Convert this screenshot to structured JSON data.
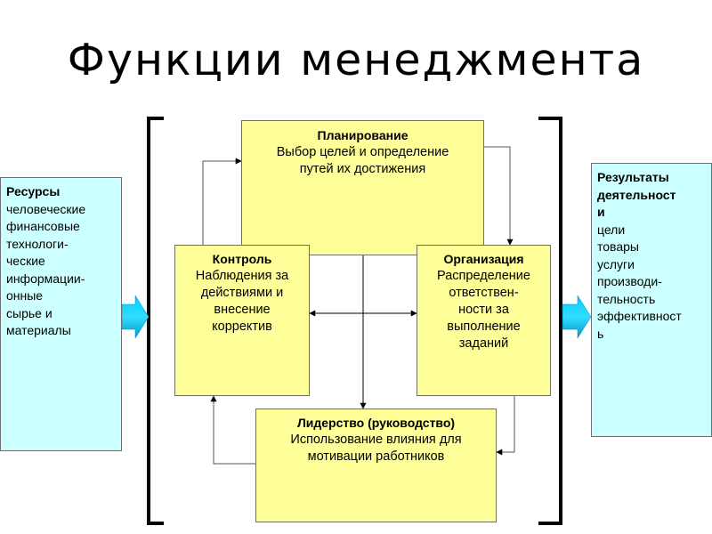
{
  "title": "Функции менеджмента",
  "planning": {
    "heading": "Планирование",
    "text": "Выбор целей и определение\nпутей их достижения"
  },
  "control": {
    "heading": "Контроль",
    "text": "Наблюдения за\nдействиями и\nвнесение\nкорректив"
  },
  "organization": {
    "heading": "Организация",
    "text": "Распределение\nответствен-\nности за\nвыполнение\nзаданий"
  },
  "leadership": {
    "heading": "Лидерство (руководство)",
    "text": "Использование влияния для\nмотивации работников"
  },
  "resources": {
    "heading": "Ресурсы",
    "text": "человеческие\nфинансовые\nтехнологи-\nческие\nинформации-\nонные\nсырье и\nматериалы"
  },
  "results": {
    "heading": "Результаты\nдеятельност\nи",
    "text": "цели\nтовары\nуслуги\nпроизводи-\nтельность\nэффективност\nь"
  },
  "colors": {
    "function_box": "#ffff99",
    "side_box": "#ccffff",
    "input_arrow": "#00ccff",
    "connector": "#000000"
  }
}
